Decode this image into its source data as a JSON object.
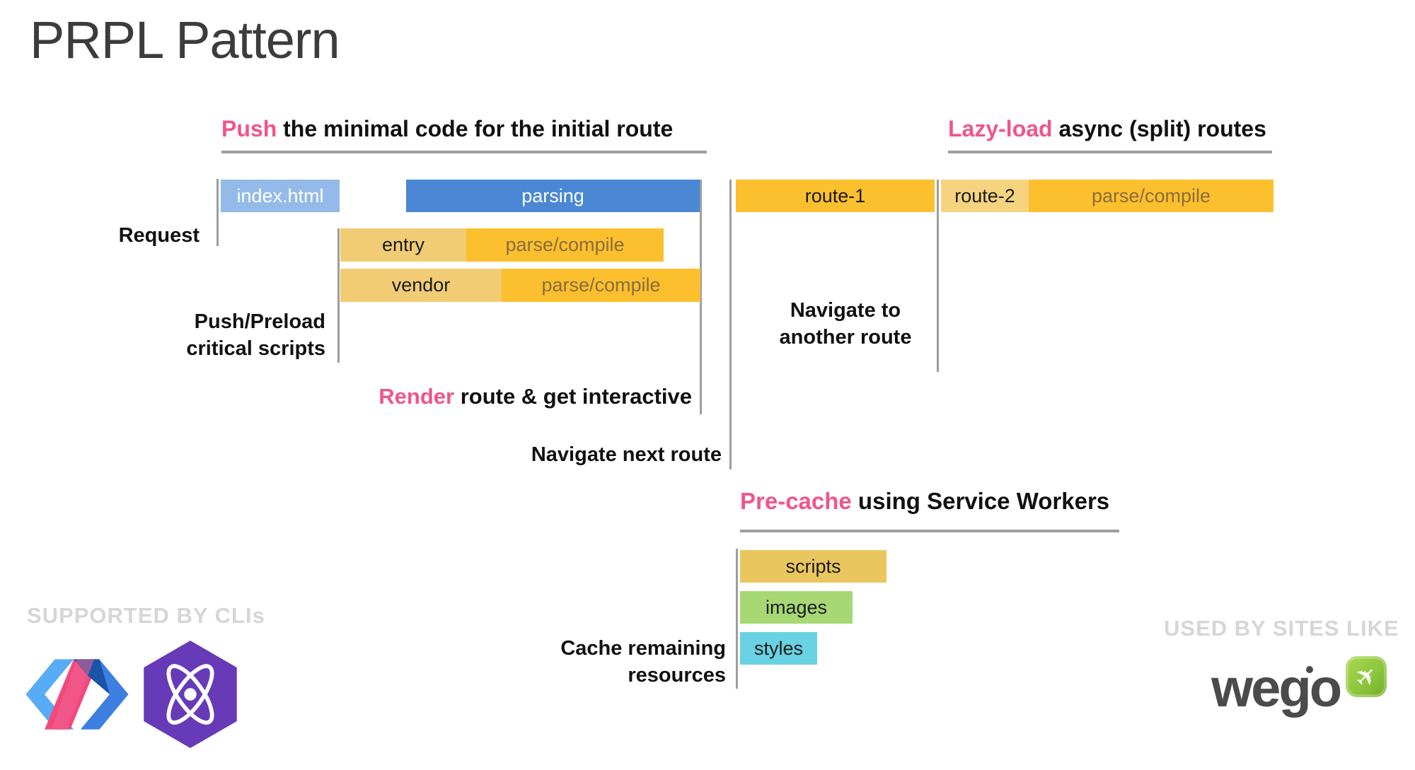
{
  "slide": {
    "title": "PRPL Pattern"
  },
  "headings": {
    "push": {
      "highlight": "Push",
      "rest": " the minimal code for the initial route"
    },
    "lazy_load": {
      "highlight": "Lazy-load",
      "rest": " async (split) routes"
    },
    "pre_cache": {
      "highlight": "Pre-cache",
      "rest": " using Service Workers"
    },
    "render": {
      "highlight": "Render",
      "rest": " route & get interactive"
    }
  },
  "labels": {
    "request": "Request",
    "push_preload_line1": "Push/Preload",
    "push_preload_line2": "critical scripts",
    "navigate_next": "Navigate next route",
    "navigate_another_line1": "Navigate to",
    "navigate_another_line2": "another route",
    "cache_line1": "Cache remaining",
    "cache_line2": "resources"
  },
  "bars": {
    "index_html": "index.html",
    "parsing": "parsing",
    "entry": "entry",
    "vendor": "vendor",
    "parse_compile": "parse/compile",
    "route_1": "route-1",
    "route_2": "route-2",
    "scripts": "scripts",
    "images": "images",
    "styles": "styles"
  },
  "footer": {
    "supported_by": "SUPPORTED BY CLIs",
    "used_by": "USED BY SITES LIKE",
    "wego_text": "wego"
  },
  "icons": {
    "wego_plane_glyph": "✈"
  },
  "colors": {
    "accent_pink": "#f0558b",
    "bar_blue": "#4b87d4",
    "bar_light_blue": "#93bae8",
    "bar_amber": "#fcbf2e",
    "bar_light_amber": "#f1cc74",
    "bar_route2_light": "#f5d37f",
    "bar_scripts": "#eac65e",
    "bar_images": "#a7d873",
    "bar_styles": "#68d1e2",
    "guide_line_gray": "#9e9e9e",
    "parse_compile_text": "#8a6d3b",
    "watermark_gray": "#d6d6d6",
    "preact_purple": "#673ab8",
    "wego_green": "#8dc63f"
  }
}
